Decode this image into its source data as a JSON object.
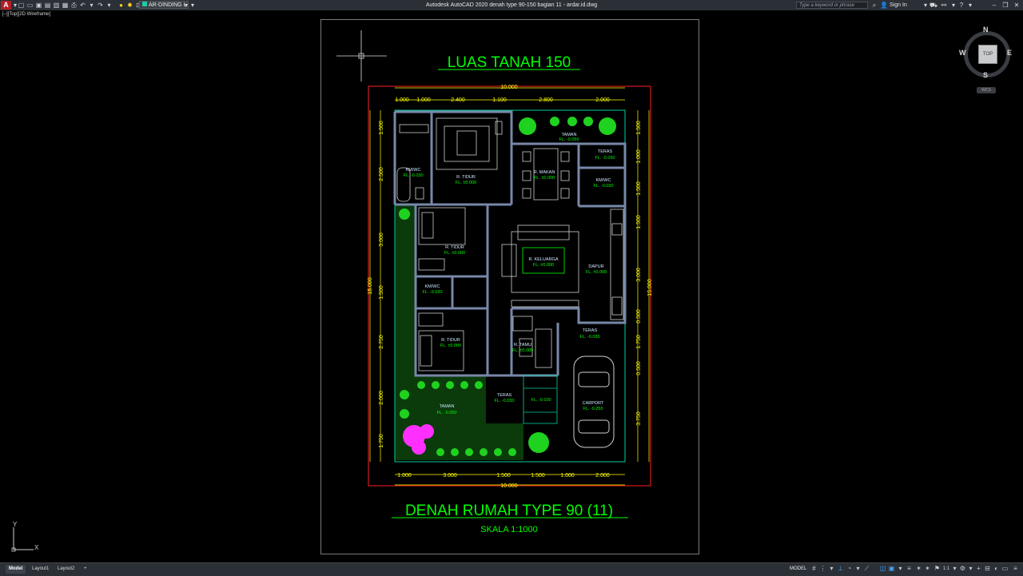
{
  "titlebar": {
    "app_logo": "A",
    "window_title": "Autodesk AutoCAD 2020    denah type 90-150 bagian 11 - ardar.id.dwg",
    "layer_name": "AR-DINDING L",
    "search_placeholder": "Type a keyword or phrase",
    "sign_in": "Sign In",
    "qat_icons": [
      "new-icon",
      "open-icon",
      "save-icon",
      "saveas-icon",
      "open-web-icon",
      "save-web-icon",
      "plot-icon",
      "undo-icon",
      "redo-icon"
    ]
  },
  "viewport": {
    "label": "[–][Top][2D Wireframe]"
  },
  "drawing": {
    "title_top": "LUAS TANAH 150",
    "title_bottom": "DENAH RUMAH TYPE 90 (11)",
    "scale": "SKALA 1:1000",
    "top_dims": [
      "1.000",
      "1.000",
      "2.400",
      "1.100",
      "2.800",
      "2.000"
    ],
    "top_total": "10.000",
    "bottom_dims": [
      "1.000",
      "3.000",
      "1.500",
      "1.500",
      "1.000",
      "2.000"
    ],
    "bottom_total": "10.000",
    "left_dims": [
      "1.500",
      "2.500",
      "3.000",
      "1.500",
      "2.750",
      "2.000",
      "1.750"
    ],
    "left_total": "15.000",
    "right_dims": [
      "1.500",
      "1.000",
      "1.500",
      "1.500",
      "3.000",
      "0.500",
      "1.750",
      "0.500",
      "3.750"
    ],
    "right_total": "15.000",
    "rooms": [
      {
        "name": "R. TIDUR",
        "level": "FL. ±0.000"
      },
      {
        "name": "KM/WC",
        "level": "FL. -0.030"
      },
      {
        "name": "R. MAKAN",
        "level": "FL. ±0.000"
      },
      {
        "name": "TERAS",
        "level": "FL. -0.030"
      },
      {
        "name": "KM/WC",
        "level": "FL. -0.030"
      },
      {
        "name": "R. TIDUR",
        "level": "FL. ±0.000"
      },
      {
        "name": "R. KELUARGA",
        "level": "FL. ±0.000"
      },
      {
        "name": "DAPUR",
        "level": "FL. ±0.000"
      },
      {
        "name": "KM/WC",
        "level": "FL. -0.030"
      },
      {
        "name": "TERAS",
        "level": "FL. -0.030"
      },
      {
        "name": "R. TIDUR",
        "level": "FL. ±0.000"
      },
      {
        "name": "R. TAMU",
        "level": "FL. ±0.000"
      },
      {
        "name": "TERAS",
        "level": "FL. -0.030"
      },
      {
        "name": "CARPORT",
        "level": "FL. -0.250"
      },
      {
        "name": "TAMAN",
        "level": "FL. -0.050"
      },
      {
        "name": "TAMAN",
        "level": "FL. -0.050"
      },
      {
        "name": "",
        "level": "FL. -0.100"
      }
    ]
  },
  "viewcube": {
    "north": "N",
    "south": "S",
    "east": "E",
    "west": "W",
    "face": "TOP",
    "wcs": "WCS"
  },
  "ucs": {
    "x": "X",
    "y": "Y"
  },
  "tabs": [
    "Model",
    "Layout1",
    "Layout2"
  ],
  "add_tab": "+",
  "status": {
    "model": "MODEL",
    "scale": "1:1"
  },
  "colors": {
    "title_green": "#00ff00",
    "dim_yellow": "#ffff00",
    "wall": "#6a7a92",
    "border_red": "#ff2020",
    "tree_pink": "#ff30ff"
  }
}
